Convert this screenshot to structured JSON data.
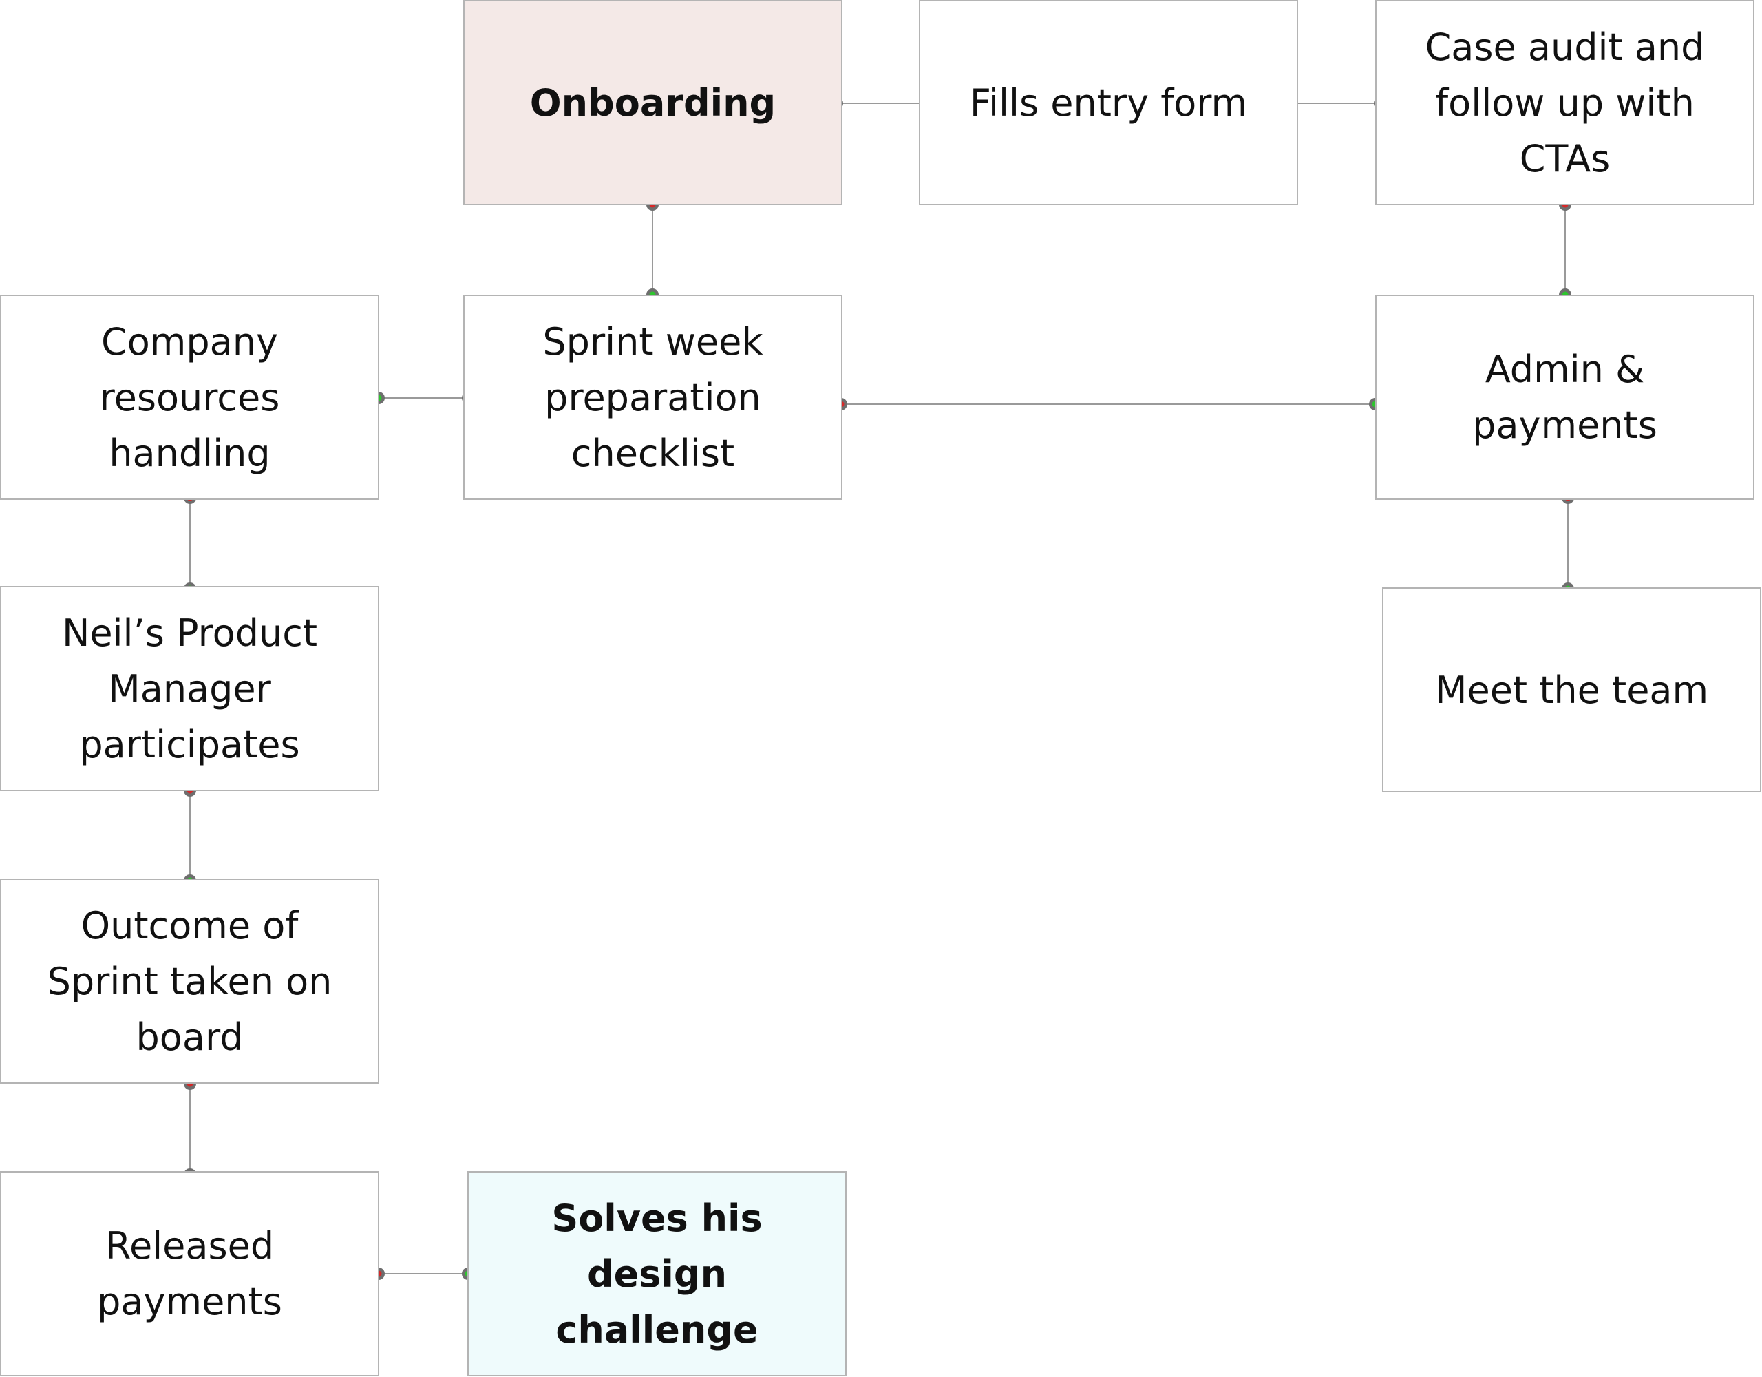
{
  "colors": {
    "start_fill": "#f4e9e7",
    "end_fill": "#effbfc",
    "node_fill": "#ffffff",
    "node_border": "#b4b4b4",
    "connector_line": "#9a9a9a",
    "port_ring": "#6e6e6e",
    "port_out": "#d62828",
    "port_in": "#2ec52e"
  },
  "nodes": {
    "onboarding": {
      "label": "Onboarding"
    },
    "fills_entry_form": {
      "label": "Fills entry form"
    },
    "case_audit": {
      "lines": [
        "Case audit and",
        "follow up with",
        "CTAs"
      ]
    },
    "company_resources": {
      "lines": [
        "Company",
        "resources",
        "handling"
      ]
    },
    "sprint_week": {
      "lines": [
        "Sprint week",
        "preparation",
        "checklist"
      ]
    },
    "admin_payments": {
      "lines": [
        "Admin &",
        "payments"
      ]
    },
    "neils_pm": {
      "lines": [
        "Neil’s Product",
        "Manager",
        "participates"
      ]
    },
    "meet_team": {
      "label": "Meet the team"
    },
    "outcome_sprint": {
      "lines": [
        "Outcome of",
        "Sprint taken on",
        "board"
      ]
    },
    "released_payments": {
      "lines": [
        "Released",
        "payments"
      ]
    },
    "solves_challenge": {
      "lines": [
        "Solves his design",
        "challenge"
      ]
    }
  },
  "connections": [
    {
      "from": "onboarding",
      "to": "fills_entry_form"
    },
    {
      "from": "fills_entry_form",
      "to": "case_audit"
    },
    {
      "from": "case_audit",
      "to": "admin_payments"
    },
    {
      "from": "onboarding",
      "to": "sprint_week"
    },
    {
      "from": "sprint_week",
      "to": "company_resources"
    },
    {
      "from": "sprint_week",
      "to": "admin_payments"
    },
    {
      "from": "admin_payments",
      "to": "meet_team"
    },
    {
      "from": "company_resources",
      "to": "neils_pm"
    },
    {
      "from": "neils_pm",
      "to": "outcome_sprint"
    },
    {
      "from": "outcome_sprint",
      "to": "released_payments"
    },
    {
      "from": "released_payments",
      "to": "solves_challenge"
    }
  ]
}
